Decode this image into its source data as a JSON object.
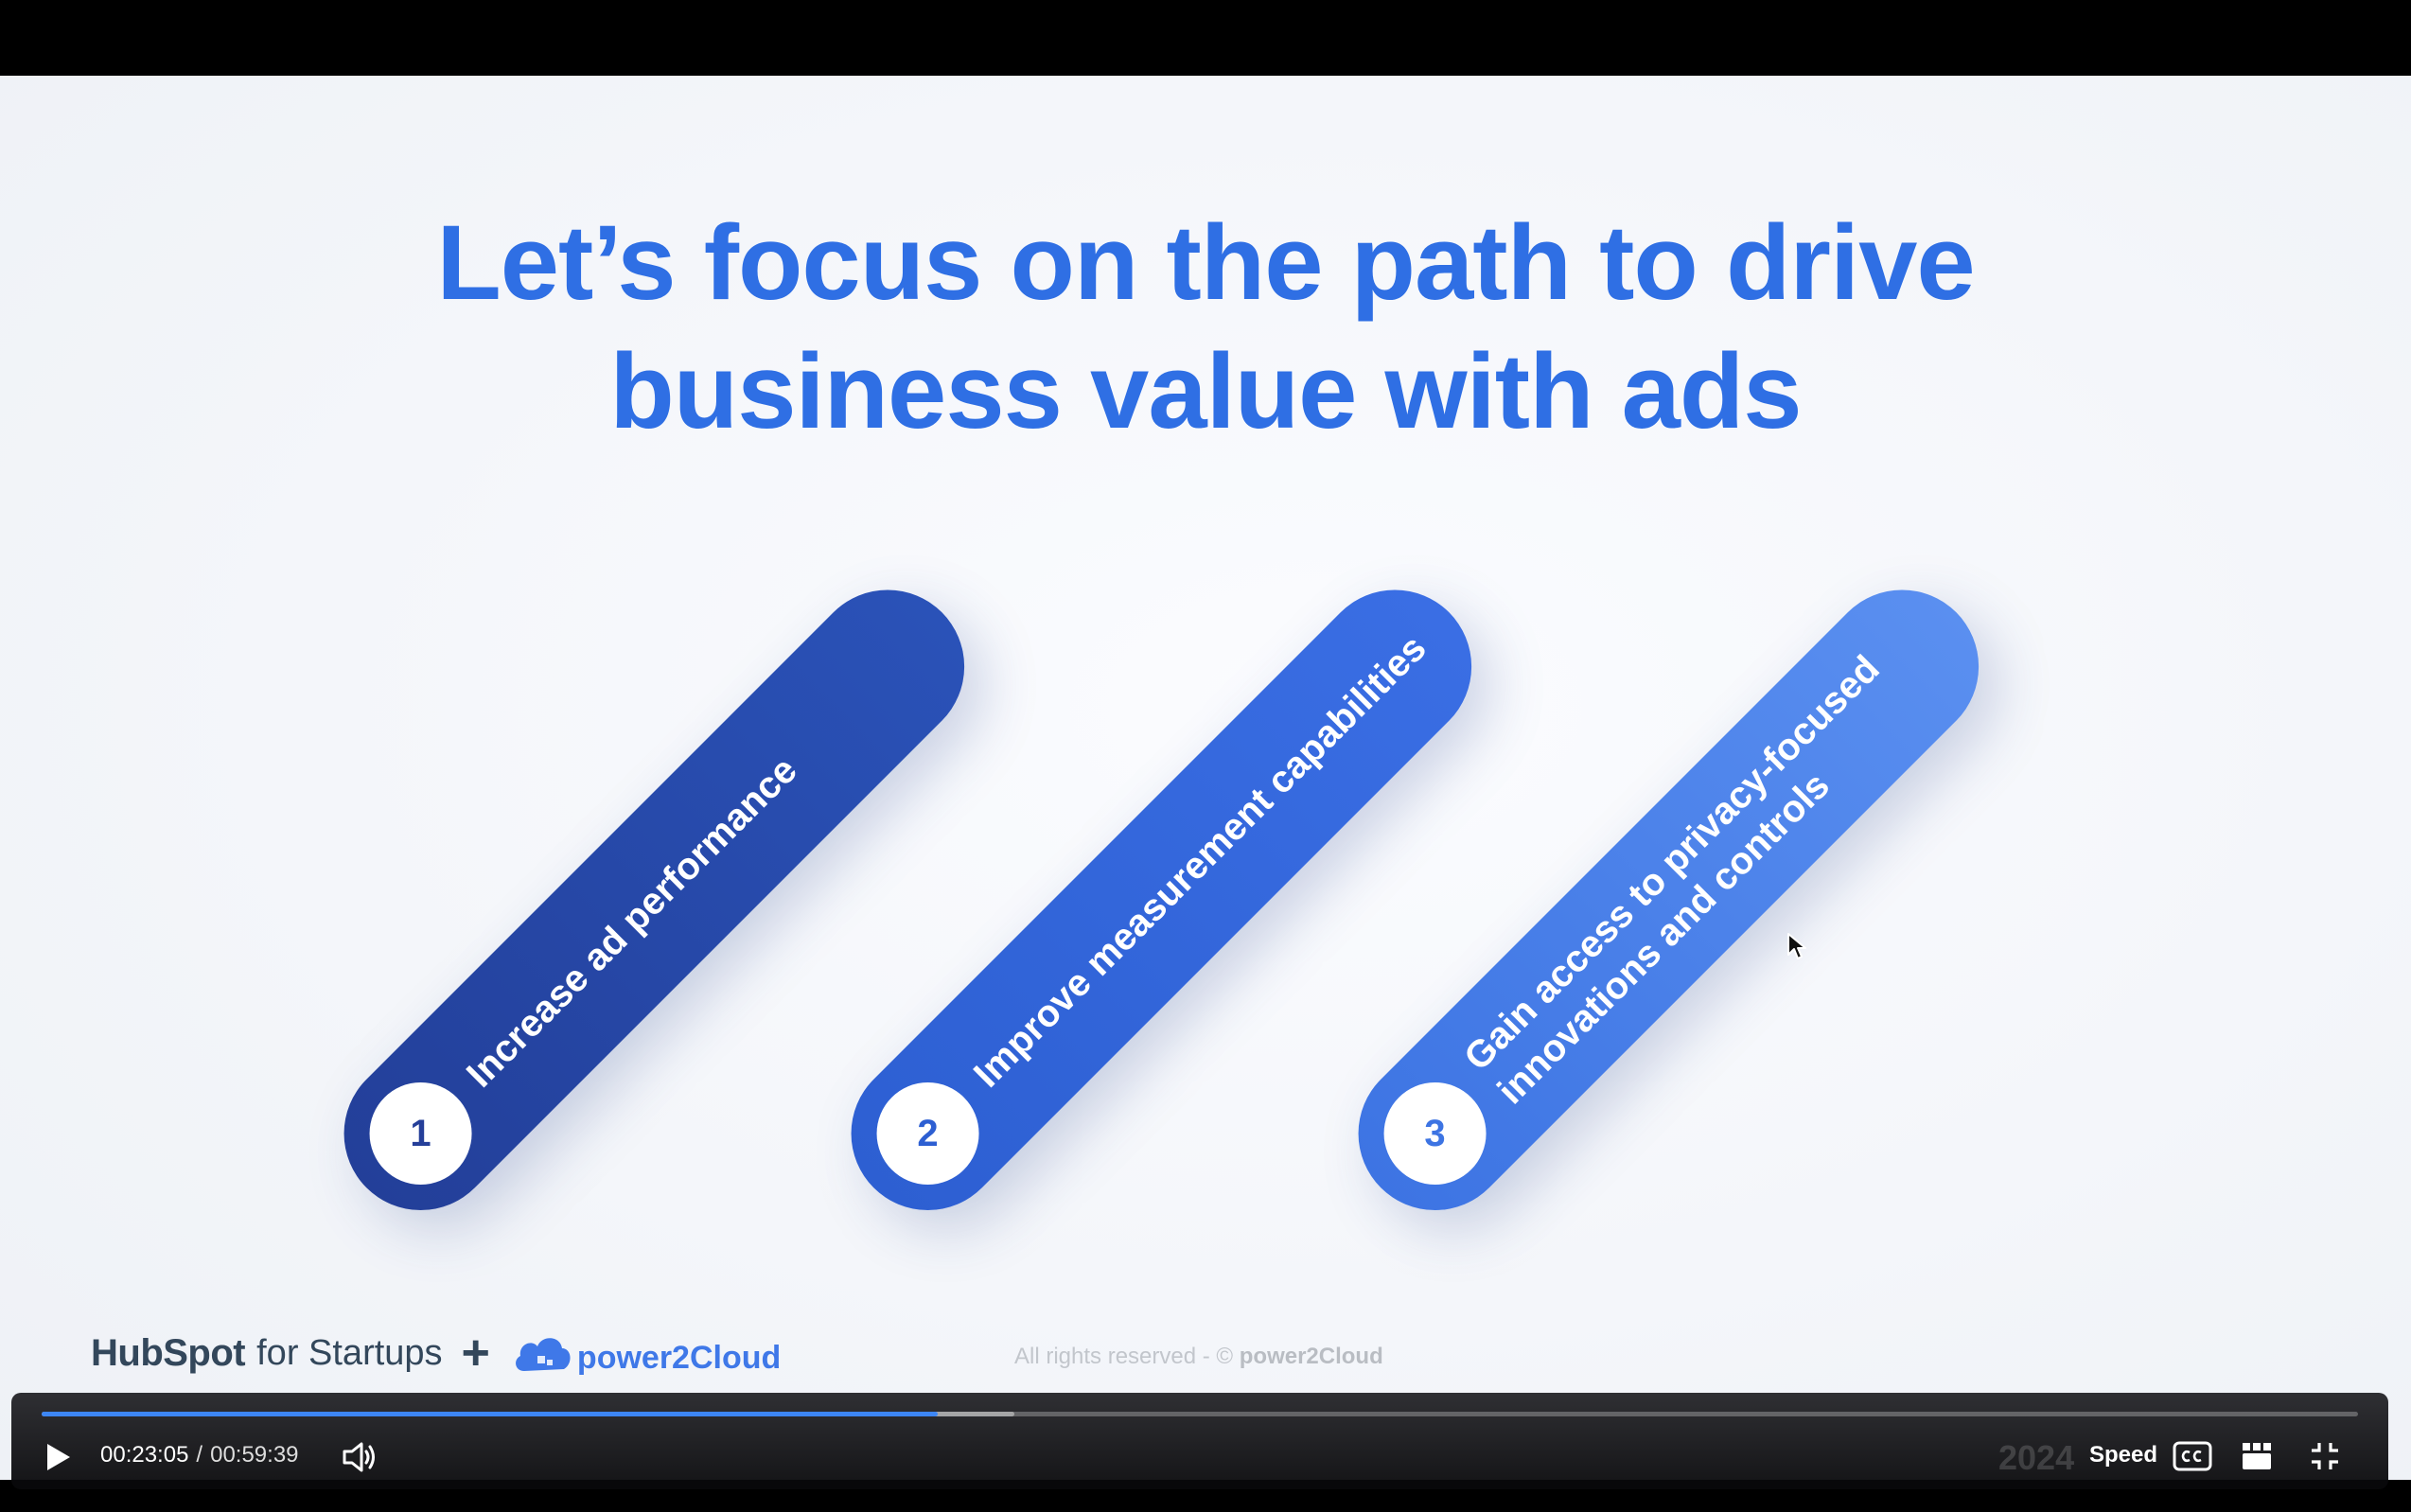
{
  "slide": {
    "title_line1": "Let’s focus on the path to drive",
    "title_line2": "business value with ads",
    "accent_color": "#2f6fe4",
    "steps": [
      {
        "number": "1",
        "lines": [
          "Increase ad performance"
        ],
        "color": "#233f99"
      },
      {
        "number": "2",
        "lines": [
          "Improve measurement capabilities"
        ],
        "color": "#2d5fd2"
      },
      {
        "number": "3",
        "lines": [
          "Gain access to privacy-focused",
          "innovations and controls"
        ],
        "color": "#3d74e3"
      }
    ],
    "footer": {
      "hubspot_label": "HubSpot",
      "startups_label": "for Startups",
      "plus_label": "+",
      "partner_label": "power2Cloud",
      "copyright_prefix": "All rights reserved - © ",
      "copyright_owner": "power2Cloud"
    }
  },
  "player": {
    "current_time": "00:23:05",
    "separator": "/",
    "duration": "00:59:39",
    "progress_fraction": 0.387,
    "buffered_fraction": 0.42,
    "progress_color": "#3d86f5",
    "speed_label": "Speed",
    "watermark": "2024",
    "icons": {
      "play": "play-icon",
      "volume": "volume-icon",
      "cc": "closed-captions-icon",
      "chapters": "chapters-icon",
      "fullscreen": "exit-fullscreen-icon"
    }
  }
}
